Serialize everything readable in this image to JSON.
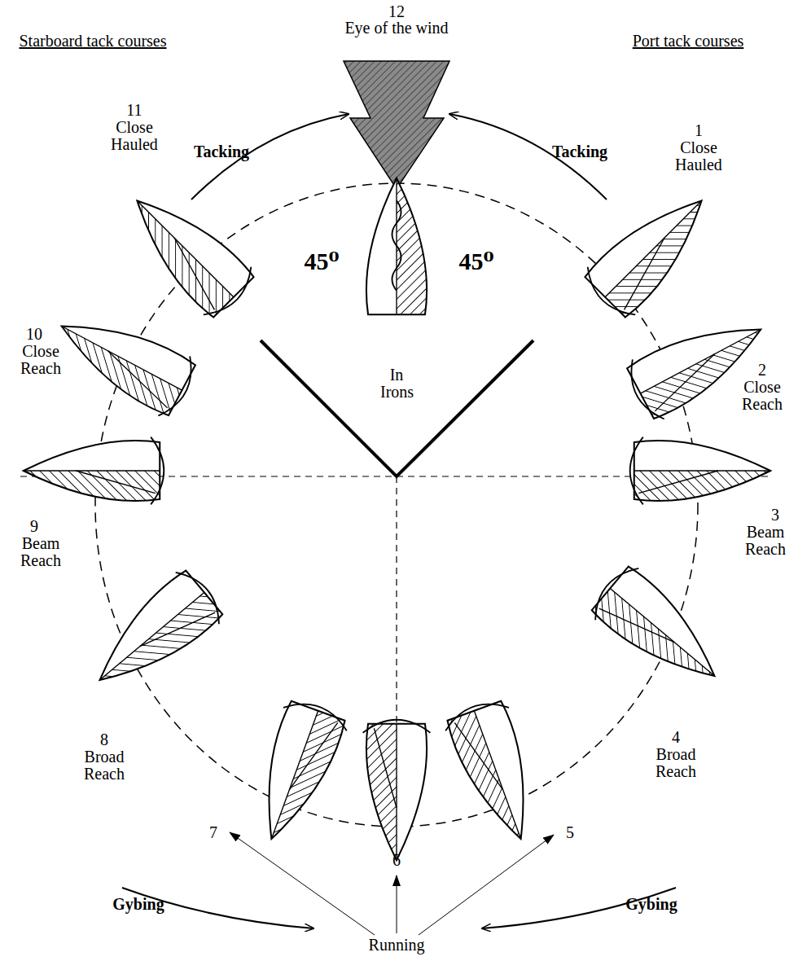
{
  "diagram": {
    "labels": [
      "12",
      "Eye of the wind",
      "Starboard tack courses",
      "Port tack courses",
      "Tacking",
      "Tacking",
      "11",
      "Close Hauled",
      "1",
      "Close Hauled",
      "10",
      "Close Reach",
      "2",
      "Close Reach",
      "9",
      "Beam Reach",
      "3",
      "Beam Reach",
      "8",
      "Broad Reach",
      "4",
      "Broad Reach",
      "7",
      "6",
      "5",
      "Running",
      "Gybing",
      "Gybing",
      "45⁰",
      "45⁰",
      "In Irons"
    ]
  }
}
